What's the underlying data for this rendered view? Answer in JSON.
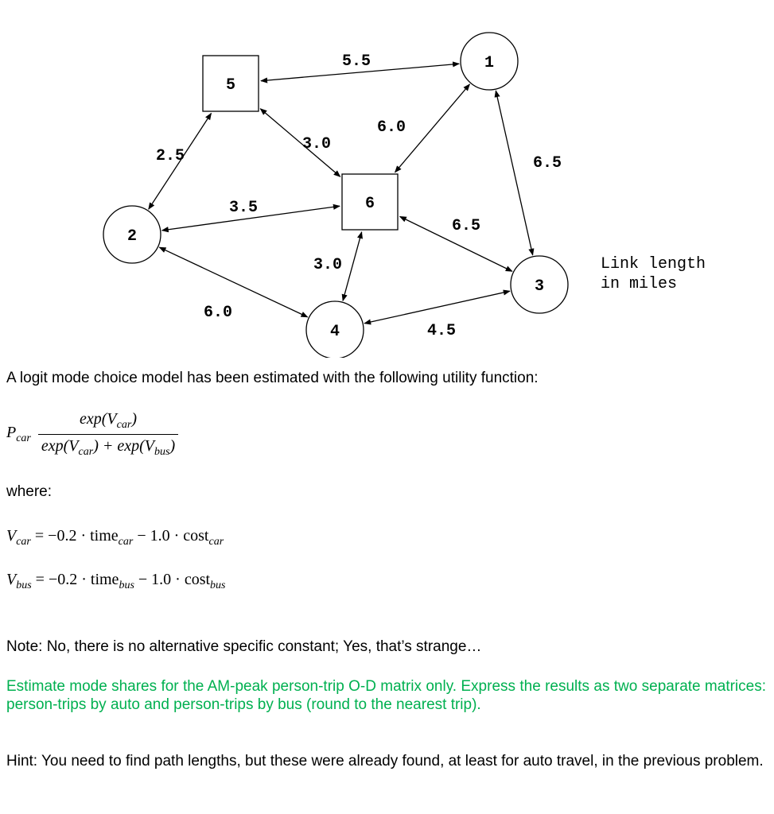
{
  "diagram": {
    "nodes": [
      {
        "id": "1",
        "shape": "circle"
      },
      {
        "id": "2",
        "shape": "circle"
      },
      {
        "id": "3",
        "shape": "circle"
      },
      {
        "id": "4",
        "shape": "circle"
      },
      {
        "id": "5",
        "shape": "square"
      },
      {
        "id": "6",
        "shape": "square"
      }
    ],
    "edges": [
      {
        "from": "5",
        "to": "1",
        "label": "5.5"
      },
      {
        "from": "5",
        "to": "2",
        "label": "2.5"
      },
      {
        "from": "5",
        "to": "6",
        "label": "3.0"
      },
      {
        "from": "6",
        "to": "1",
        "label": "6.0"
      },
      {
        "from": "1",
        "to": "3",
        "label": "6.5"
      },
      {
        "from": "2",
        "to": "6",
        "label": "3.5"
      },
      {
        "from": "6",
        "to": "3",
        "label": "6.5"
      },
      {
        "from": "6",
        "to": "4",
        "label": "3.0"
      },
      {
        "from": "2",
        "to": "4",
        "label": "6.0"
      },
      {
        "from": "4",
        "to": "3",
        "label": "4.5"
      }
    ],
    "caption_line1": "Link length",
    "caption_line2": "in miles"
  },
  "text": {
    "intro": "A logit mode choice model has been estimated with the following utility function:",
    "where": "where:",
    "note": "Note: No, there is no alternative specific constant; Yes, that’s strange…",
    "task": "Estimate mode shares for the AM-peak person-trip O-D matrix only. Express the results as two separate matrices: person-trips by auto and person-trips by bus (round to the nearest trip).",
    "hint": "Hint: You need to find path lengths, but these were already found, at least for auto travel, in the previous problem."
  },
  "equations": {
    "p_symbol": "P",
    "p_sub": "car",
    "num_fn": "exp(V",
    "num_sub": "car",
    "num_close": ")",
    "den_a": "exp(V",
    "den_a_sub": "car",
    "den_plus": ") + exp(V",
    "den_b_sub": "bus",
    "den_close": ")",
    "vcar_V": "V",
    "vcar_sub": "car",
    "vcar_rhs1": " = −0.2 · time",
    "vcar_time_sub": "car",
    "vcar_rhs2": " − 1.0 · cost",
    "vcar_cost_sub": "car",
    "vbus_V": "V",
    "vbus_sub": "bus",
    "vbus_rhs1": " = −0.2 · time",
    "vbus_time_sub": "bus",
    "vbus_rhs2": " − 1.0 · cost",
    "vbus_cost_sub": "bus"
  },
  "colors": {
    "task_text": "#00b050"
  }
}
